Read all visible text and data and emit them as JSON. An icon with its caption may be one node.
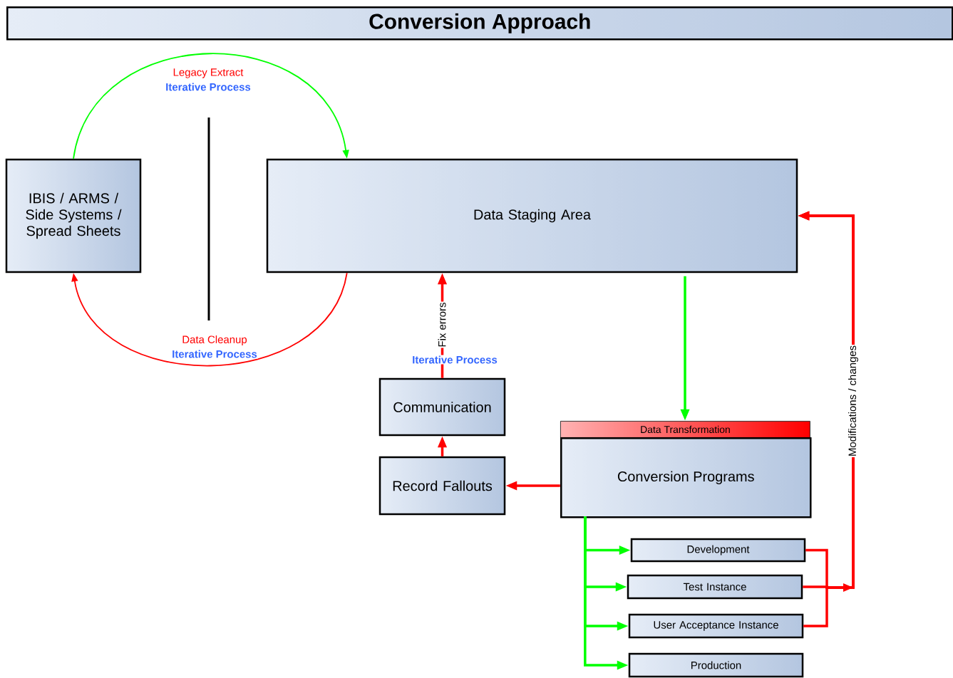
{
  "diagram": {
    "title": "Conversion Approach",
    "nodes": [
      {
        "text": [
          "IBIS / ARMS / Side Systems / Spread Sheets"
        ]
      },
      {
        "text": [
          "Data Staging Area"
        ]
      },
      {
        "text": [
          "Communication"
        ]
      },
      {
        "text": [
          "Record Fallouts"
        ]
      },
      {
        "text": [
          "Data Transformation",
          "Conversion Programs"
        ]
      },
      {
        "text": [
          "Development"
        ]
      },
      {
        "text": [
          "Test Instance"
        ]
      },
      {
        "text": [
          "User Acceptance Instance"
        ]
      },
      {
        "text": [
          "Production"
        ]
      }
    ],
    "edges": [
      {
        "from": 0,
        "to": 1,
        "arrow": "to",
        "label": "Legacy Extract",
        "color": "#00ff00"
      },
      {
        "from": 1,
        "to": 0,
        "arrow": "to",
        "label": "Data Cleanup"
      },
      {
        "from": 2,
        "to": 1,
        "arrow": "to",
        "label": "Fix errors"
      },
      {
        "from": 1,
        "to": 4,
        "arrow": "to",
        "color": "#00ff00"
      },
      {
        "from": 4,
        "to": 3,
        "arrow": "to"
      },
      {
        "from": 3,
        "to": 2,
        "arrow": "to"
      },
      {
        "from": 4,
        "to": 5,
        "arrow": "to",
        "color": "#00ff00"
      },
      {
        "from": 4,
        "to": 6,
        "arrow": "to",
        "color": "#00ff00"
      },
      {
        "from": 4,
        "to": 7,
        "arrow": "to",
        "color": "#00ff00"
      },
      {
        "from": 4,
        "to": 8,
        "arrow": "to",
        "color": "#00ff00"
      },
      {
        "from": 5,
        "to": 1,
        "arrow": "to"
      },
      {
        "from": 6,
        "to": 1,
        "arrow": "to",
        "label": "Modifications / changes"
      },
      {
        "from": 7,
        "to": 1,
        "arrow": "to"
      }
    ],
    "labels": [
      "Iterative Process",
      "Iterative Process",
      "Iterative Process"
    ]
  }
}
